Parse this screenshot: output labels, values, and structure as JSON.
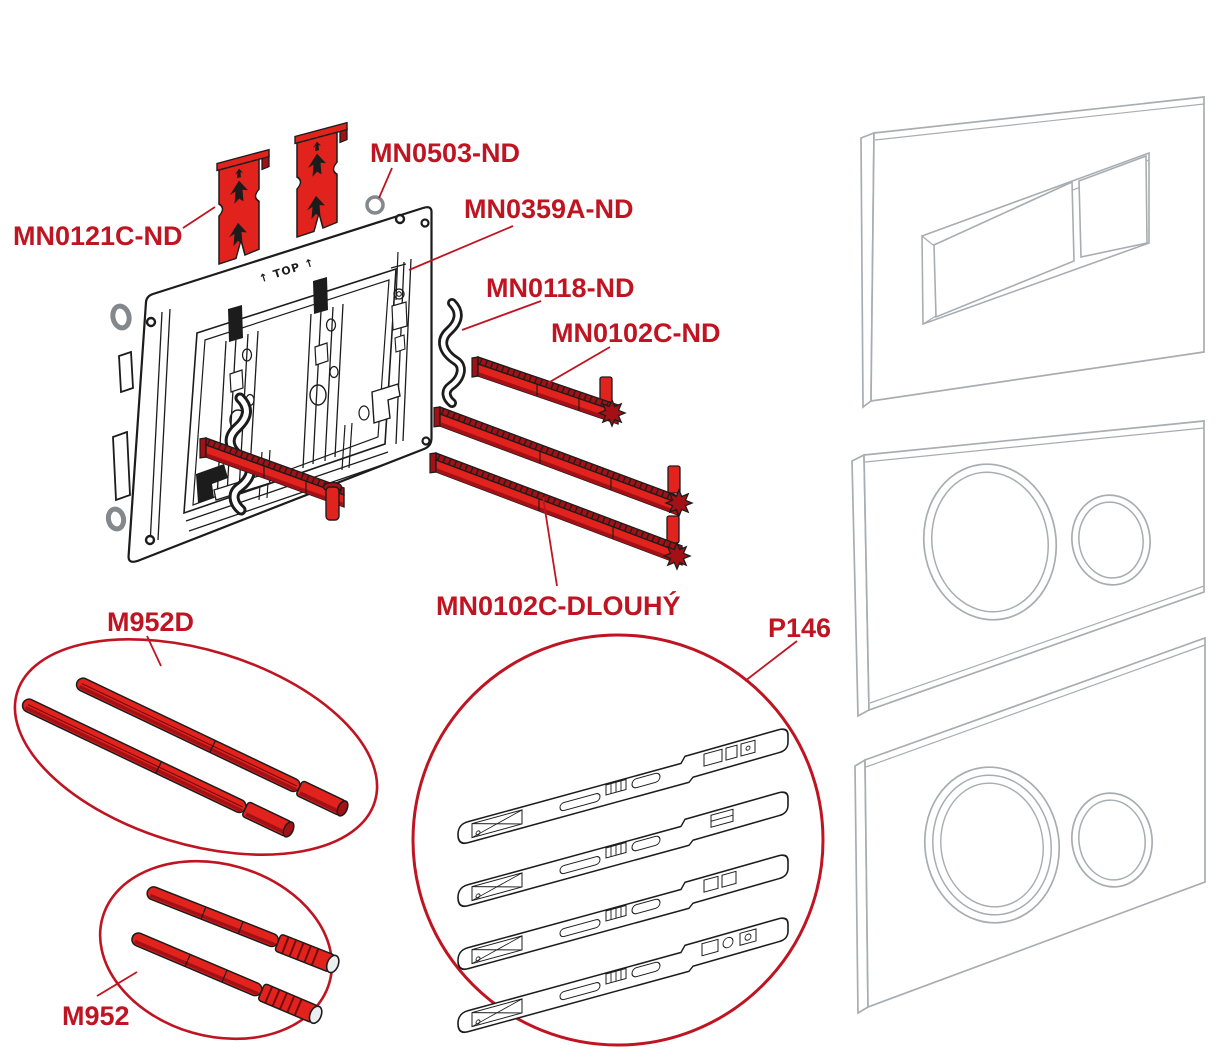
{
  "colors": {
    "label_red": "#bf1421",
    "part_red": "#e2231d",
    "part_red_dark": "#a31116",
    "part_red_deep": "#6f090d",
    "ink": "#1c1c1c",
    "panel_gray": "#a8adb2",
    "grommet_gray": "#83888d"
  },
  "parts": {
    "mn0121c": "MN0121C-ND",
    "mn0503": "MN0503-ND",
    "mn0359a": "MN0359A-ND",
    "mn0118": "MN0118-ND",
    "mn0102c": "MN0102C-ND",
    "mn0102c_dlouhy": "MN0102C-DLOUHÝ",
    "m952d": "M952D",
    "m952": "M952",
    "p146": "P146"
  },
  "frame_marking": "↑ TOP ↑"
}
